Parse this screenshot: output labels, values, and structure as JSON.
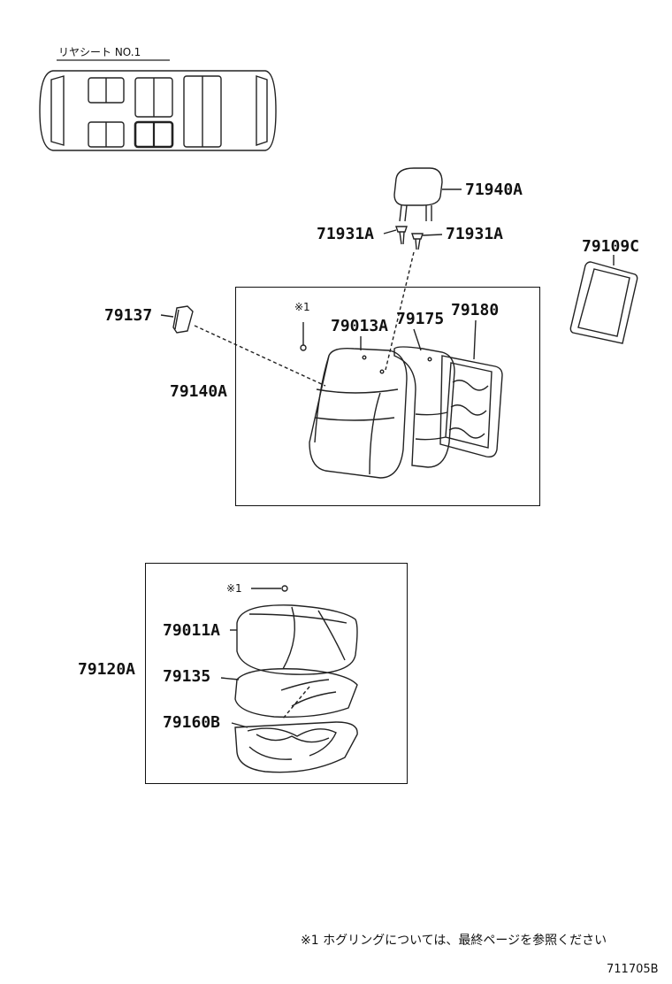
{
  "header": {
    "title": "リヤシート NO.1"
  },
  "callouts": {
    "p71940A": "71940A",
    "p71931A_left": "71931A",
    "p71931A_right": "71931A",
    "p79109C": "79109C",
    "p79137": "79137",
    "p79013A": "79013A",
    "p79175": "79175",
    "p79180": "79180",
    "p79140A": "79140A",
    "p79011A": "79011A",
    "p79120A": "79120A",
    "p79135": "79135",
    "p79160B": "79160B"
  },
  "marks": {
    "ref1_back": "※1",
    "ref1_cushion": "※1"
  },
  "footnote": "※1  ホグリングについては、最終ページを参照ください",
  "figure_code": "711705B"
}
